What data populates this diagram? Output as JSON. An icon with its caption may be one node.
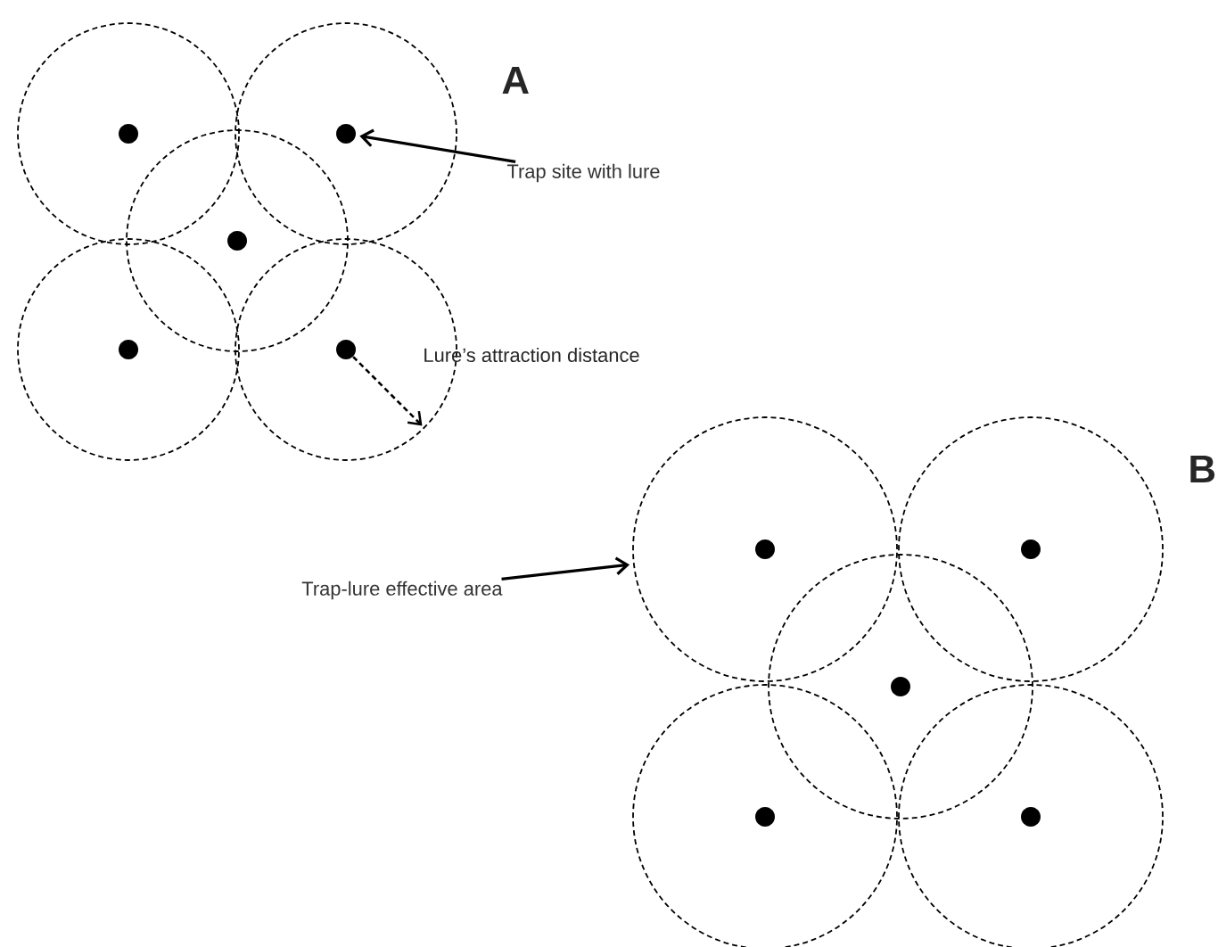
{
  "diagram": {
    "nodes": [
      {
        "text": [
          "Trap site with lure"
        ]
      },
      {
        "text": [
          "Trap-lure effective area"
        ]
      },
      {
        "text": [],
        "shape": "circle"
      },
      {
        "text": [],
        "shape": "circle"
      },
      {
        "text": [],
        "shape": "circle"
      },
      {
        "text": [],
        "shape": "circle"
      },
      {
        "text": [],
        "shape": "circle"
      },
      {
        "text": [],
        "shape": "circle",
        "in": 2
      },
      {
        "text": [],
        "shape": "circle",
        "in": 3
      },
      {
        "text": [],
        "shape": "circle",
        "in": 4
      },
      {
        "text": [],
        "shape": "circle",
        "in": 5
      },
      {
        "text": [],
        "shape": "circle",
        "in": 6
      },
      {
        "text": [],
        "shape": "circle"
      },
      {
        "text": [],
        "shape": "circle"
      },
      {
        "text": [],
        "shape": "circle"
      },
      {
        "text": [],
        "shape": "circle"
      },
      {
        "text": [],
        "shape": "circle"
      },
      {
        "text": [],
        "shape": "circle",
        "in": 12
      },
      {
        "text": [],
        "shape": "circle",
        "in": 13
      },
      {
        "text": [],
        "shape": "circle",
        "in": 14
      },
      {
        "text": [],
        "shape": "circle",
        "in": 15
      },
      {
        "text": [],
        "shape": "circle",
        "in": 16
      }
    ],
    "edges": [
      {
        "from": 0,
        "to": 8,
        "arrow": "to"
      },
      {
        "from": 1,
        "to": 12,
        "arrow": "to"
      },
      {
        "from": 11,
        "to": 6,
        "arrow": "to",
        "style": "dashed"
      }
    ],
    "labels": [
      "A",
      "Lure’s attraction distance",
      "B"
    ]
  }
}
